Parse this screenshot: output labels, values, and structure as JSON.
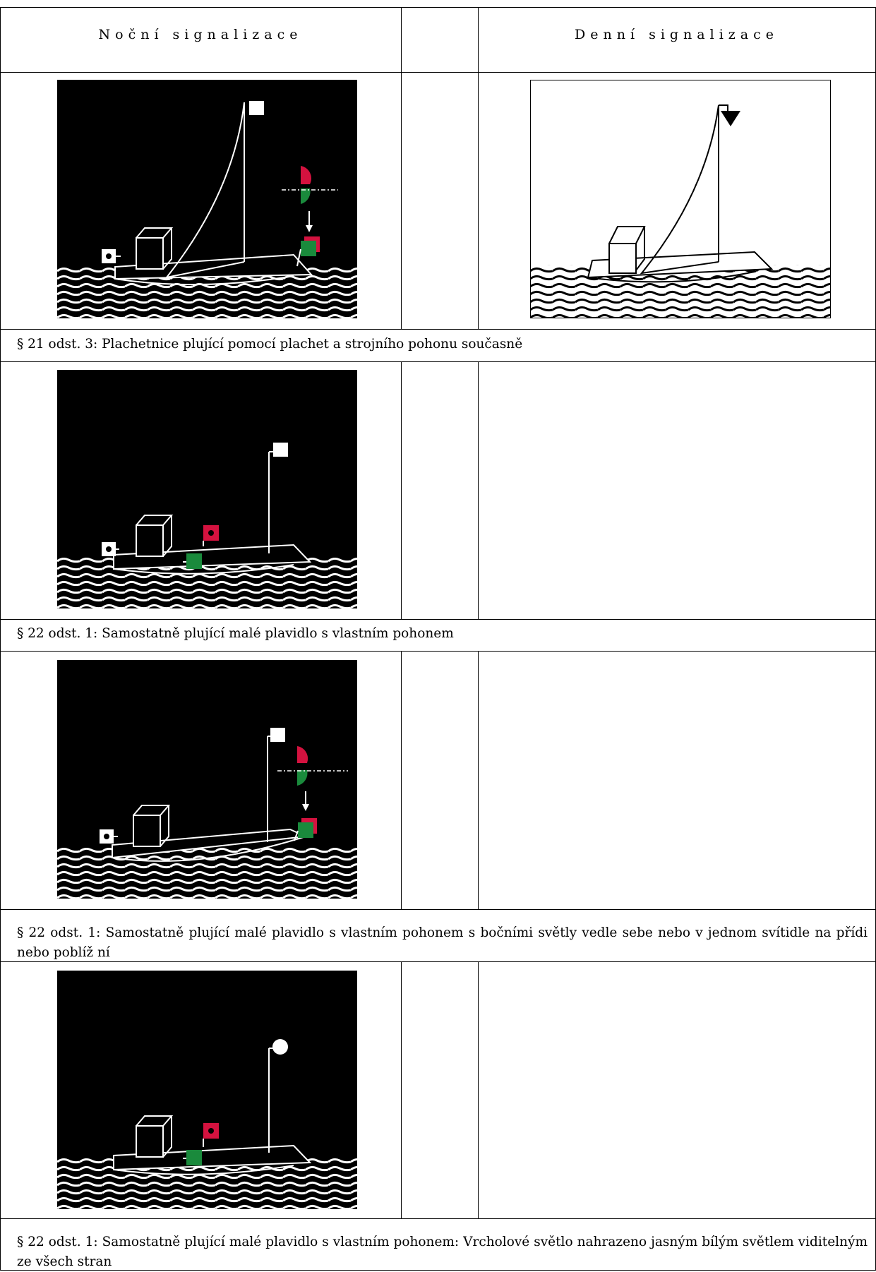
{
  "header": {
    "night": "Noční signalizace",
    "day": "Denní signalizace"
  },
  "rows": [
    {
      "caption": "§ 21 odst. 3: Plachetnice plující pomocí plachet a strojního pohonu současně"
    },
    {
      "caption": "§ 22 odst. 1: Samostatně plující malé plavidlo s vlastním pohonem"
    },
    {
      "caption": "§ 22 odst. 1: Samostatně plující malé plavidlo s vlastním pohonem s bočními světly vedle sebe nebo v jednom svítidle na přídi nebo poblíž ní"
    },
    {
      "caption": "§ 22 odst. 1: Samostatně plující malé plavidlo s vlastním pohonem: Vrcholové světlo nahrazeno jasným bílým světlem viditelným ze všech stran"
    }
  ],
  "colors": {
    "red": "#d4123f",
    "green": "#1a8a3c",
    "night_bg": "#000000"
  }
}
